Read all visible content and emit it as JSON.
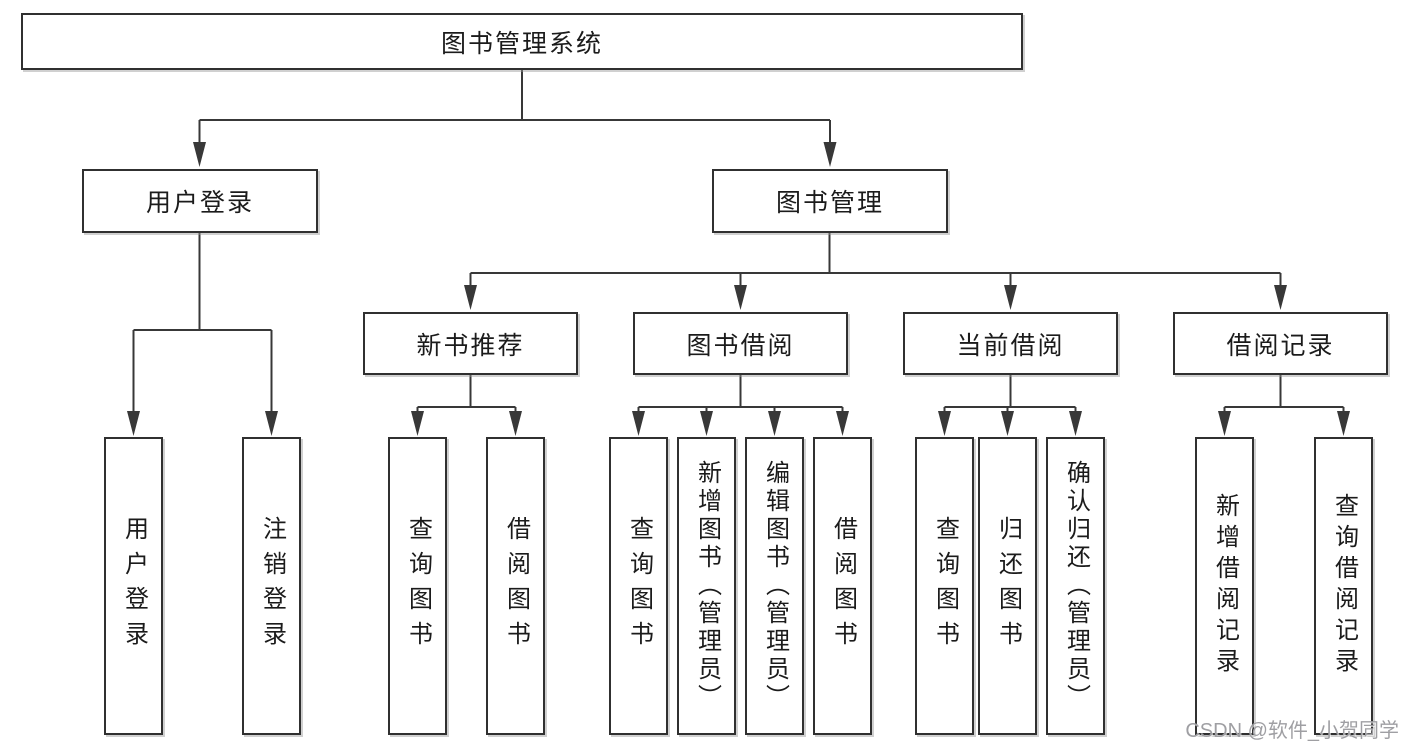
{
  "diagram_title": "图书管理系统",
  "watermark": "CSDN @软件_小贺同学",
  "colors": {
    "line": "#383838",
    "box_border": "#303030",
    "text": "#1b1b1b",
    "watermark": "#9f9fa3",
    "background": "#ffffff"
  },
  "nodes": {
    "root": "图书管理系统",
    "user_login": "用户登录",
    "book_management": "图书管理",
    "new_book_recommend": "新书推荐",
    "book_borrowing": "图书借阅",
    "current_borrowing": "当前借阅",
    "borrowing_records": "借阅记录",
    "leaf_user_login": "用户登录",
    "leaf_logout": "注销登录",
    "leaf_nbr_query_books": "查询图书",
    "leaf_nbr_borrow_books": "借阅图书",
    "leaf_bb_query_books": "查询图书",
    "leaf_bb_add_books": "新增图书（管理员）",
    "leaf_bb_edit_books": "编辑图书（管理员）",
    "leaf_bb_borrow_books": "借阅图书",
    "leaf_cb_query_books": "查询图书",
    "leaf_cb_return_books": "归还图书",
    "leaf_cb_confirm_return": "确认归还（管理员）",
    "leaf_br_add_record": "新增借阅记录",
    "leaf_br_query_record": "查询借阅记录"
  }
}
